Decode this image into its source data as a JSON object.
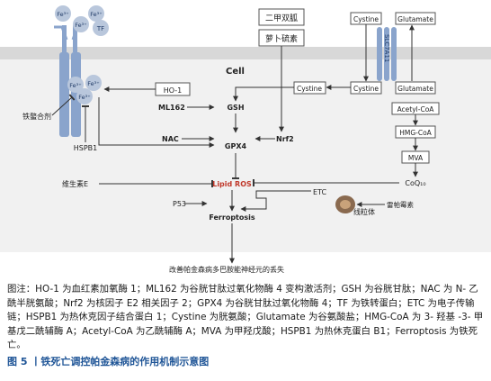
{
  "diagram": {
    "cell_label": "Cell",
    "ions": {
      "fe3": "Fe³⁺",
      "tf": "TF"
    },
    "drugs": {
      "dimethyl_fumarate": "二甲双胍",
      "sulforaphane": "萝卜硫素"
    },
    "transporter": {
      "name": "SLC7A11",
      "cystine": "Cystine",
      "glutamate": "Glutamate"
    },
    "nodes": {
      "ho1": "HO-1",
      "ml162": "ML162",
      "gsh": "GSH",
      "nac": "NAC",
      "gpx4": "GPX4",
      "nrf2": "Nrf2",
      "hspb1": "HSPB1",
      "iron_chelator": "铁螯合剂",
      "cystine_cyto": "Cystine",
      "acetyl_coa": "Acetyl-CoA",
      "hmg_coa": "HMG-CoA",
      "mva": "MVA",
      "coq10": "CoQ₁₀",
      "vitamin_e": "维生素E",
      "lipid_ros": "Lipid ROS",
      "p53": "P53",
      "ferroptosis": "Ferroptosis",
      "etc": "ETC",
      "mitochondria": "线粒体",
      "rotenone": "雷帕霉素",
      "outcome": "改善帕金森病多巴胺能神经元的丢失"
    }
  },
  "caption": {
    "abbreviations": "图注：HO-1 为血红素加氧酶 1；ML162 为谷胱甘肽过氧化物酶 4 变构激活剂；GSH 为谷胱甘肽；NAC 为 N- 乙酰半胱氨酸；Nrf2 为核因子 E2 相关因子 2；GPX4 为谷胱甘肽过氧化物酶 4；TF 为铁转蛋白；ETC 为电子传输链；HSPB1 为热休克因子结合蛋白 1；Cystine 为胱氨酸；Glutamate 为谷氨酸盐；HMG-CoA 为 3- 羟基 -3- 甲基戊二酰辅酶 A；Acetyl-CoA 为乙酰辅酶 A；MVA 为甲羟戊酸；HSPB1 为热休克蛋白 B1；Ferroptosis 为铁死亡。",
    "figure_title": "图 5 丨铁死亡调控帕金森病的作用机制示意图"
  },
  "colors": {
    "membrane_band": "#d8d8d8",
    "cell_fill": "#f1f1f1",
    "receptor": "#8aa4cc",
    "iron_ball": "#b9c7dc",
    "box_stroke": "#555555",
    "arrow": "#333333",
    "lipid_ros": "#c0392b",
    "figure_title": "#1f5597"
  }
}
